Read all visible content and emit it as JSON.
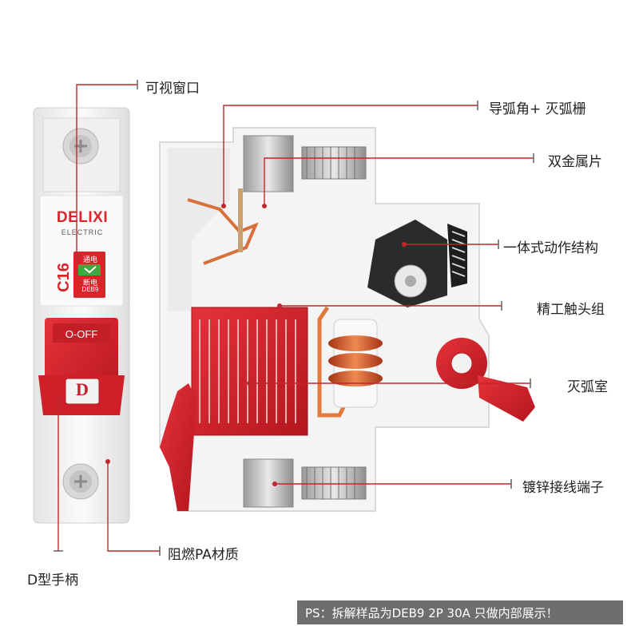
{
  "breaker": {
    "brand": "DELIXI",
    "brand_sub": "ELECTRIC",
    "rating": "C16",
    "window_on": "通电",
    "window_off": "断电",
    "model": "DEB9",
    "off_label": "O-OFF",
    "handle_mark": "D"
  },
  "labels": {
    "window": "可视窗口",
    "arc_guide": "导弧角+ 灭弧栅",
    "bimetal": "双金属片",
    "mechanism": "一体式动作结构",
    "contacts": "精工触头组",
    "arc_chamber": "灭弧室",
    "terminal": "镀锌接线端子",
    "housing": "阻燃PA材质",
    "handle": "D型手柄"
  },
  "note": "PS：拆解样品为DEB9 2P 30A  只做内部展示！",
  "colors": {
    "accent_red": "#d9252a",
    "leader": "#c0282d",
    "note_bg": "#6e6e6e"
  }
}
